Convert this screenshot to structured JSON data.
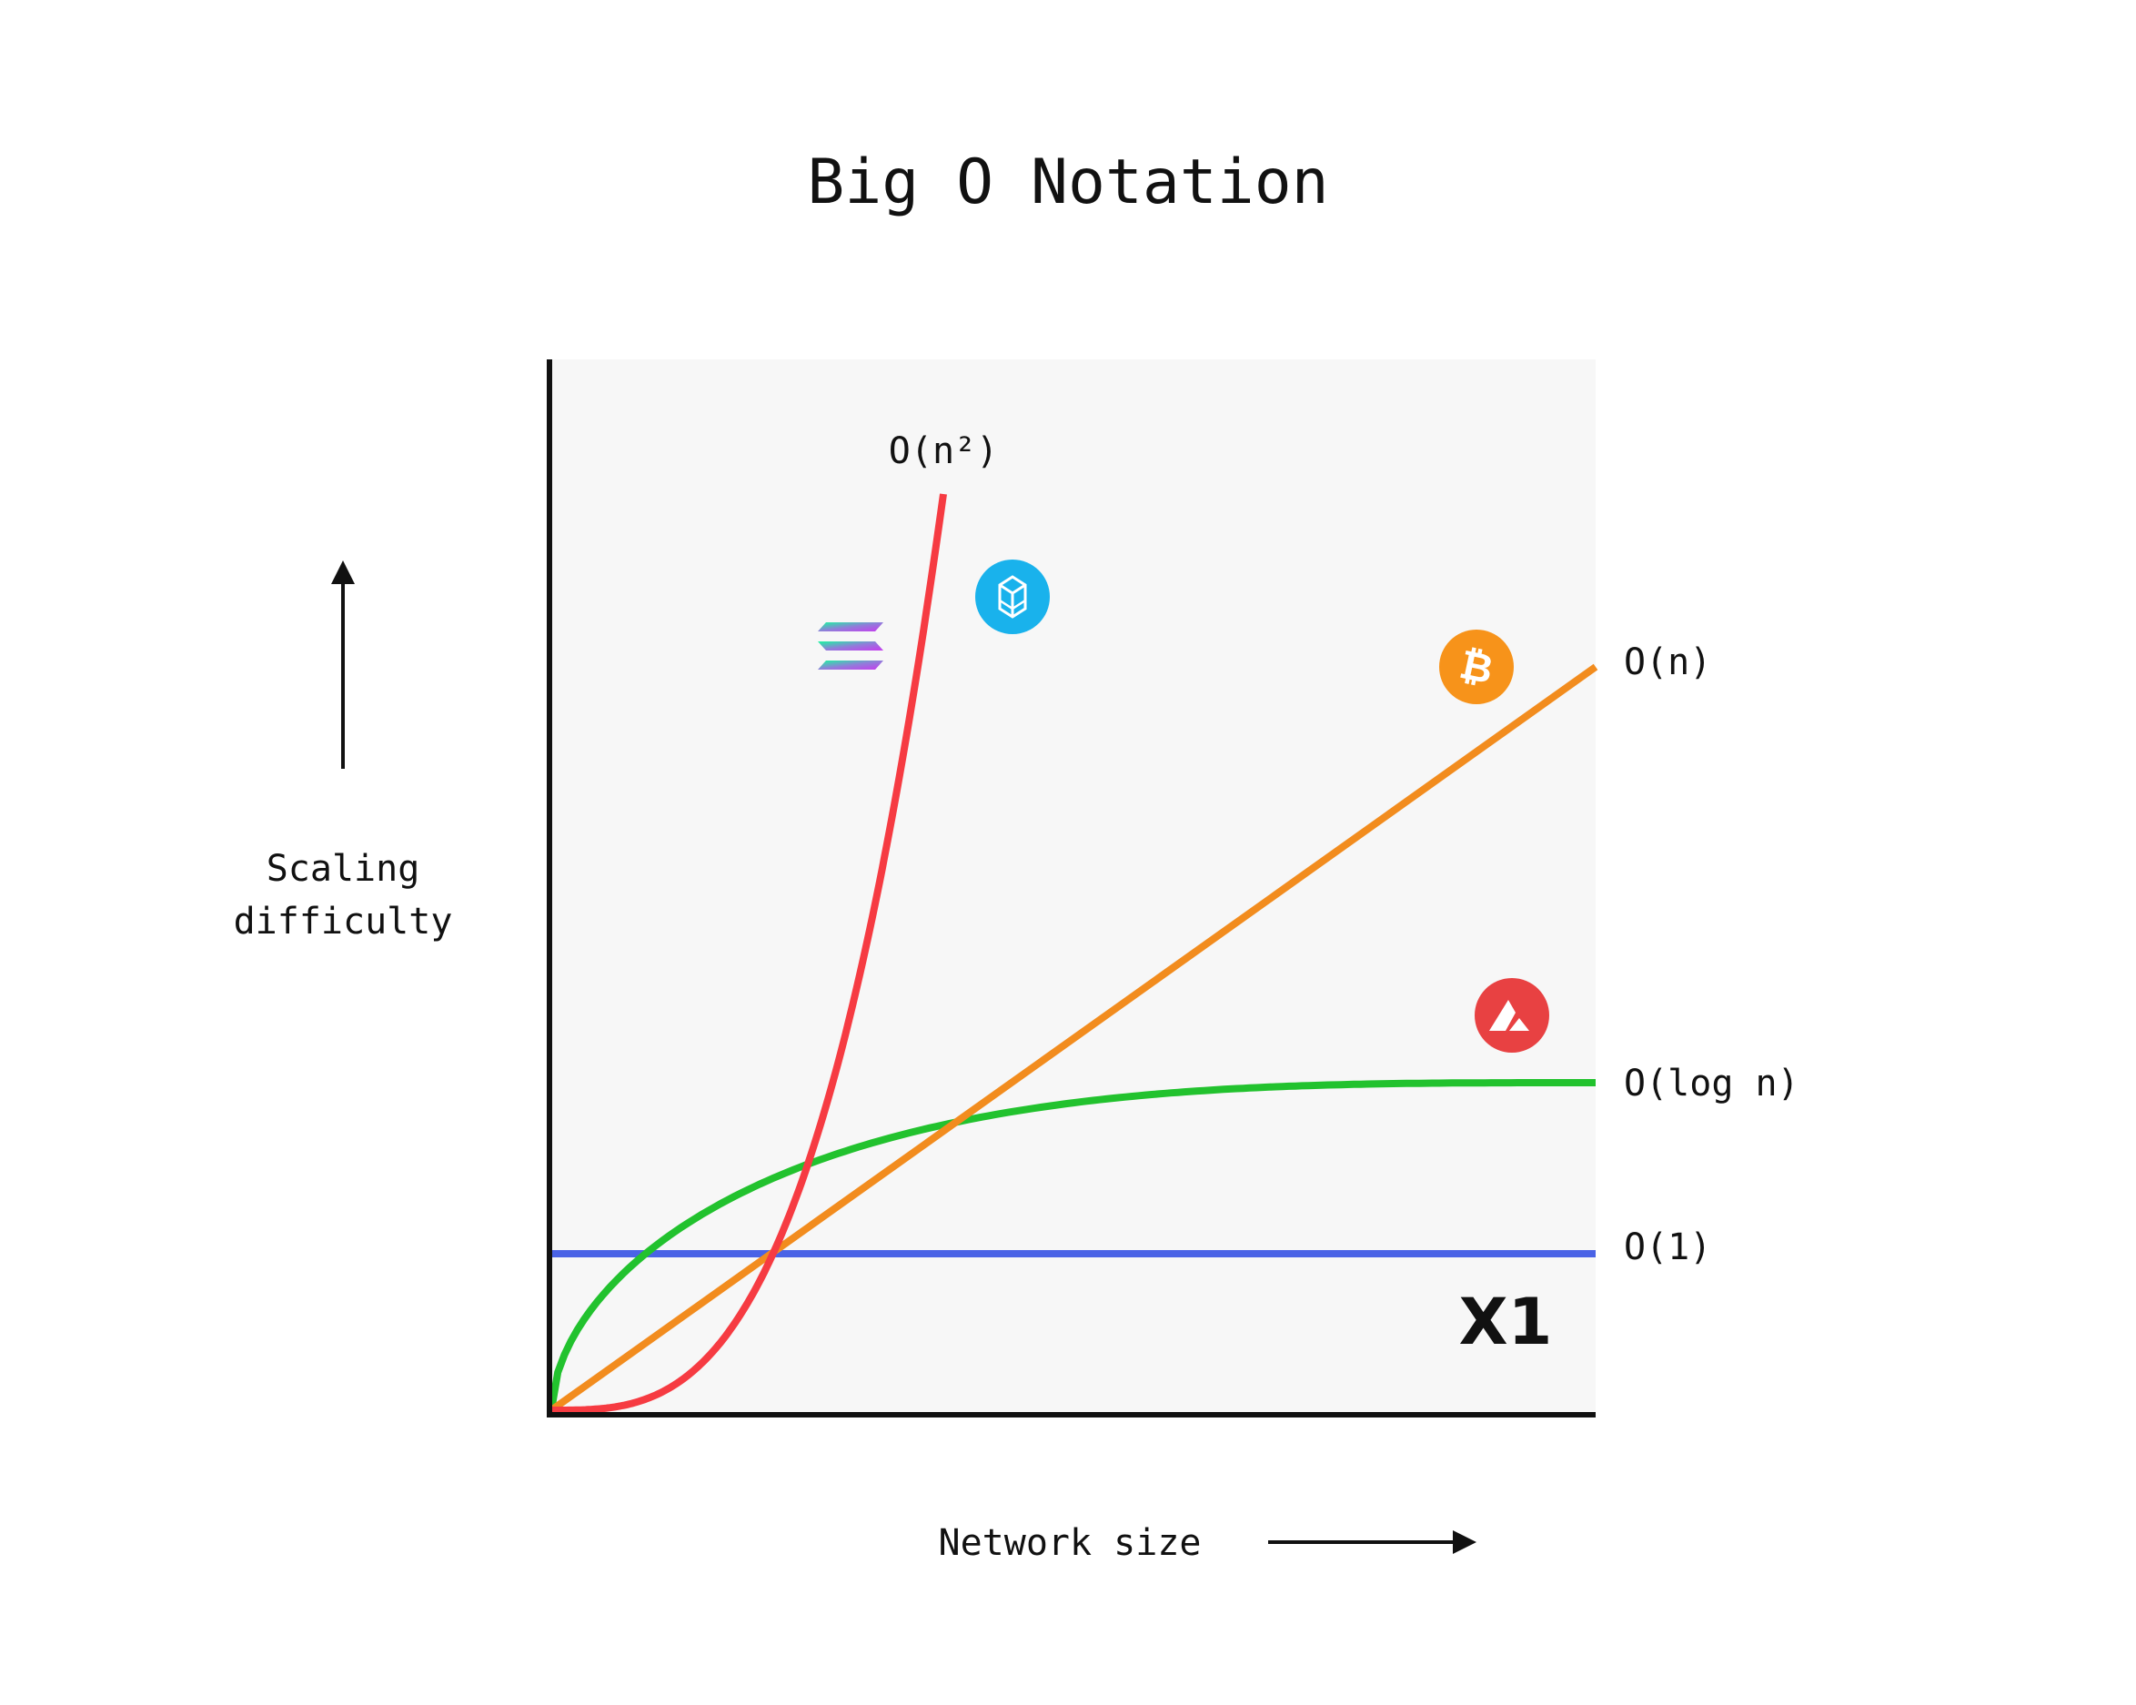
{
  "chart_data": {
    "type": "line",
    "title": "Big O Notation",
    "xlabel": "Network size",
    "ylabel": [
      "Scaling",
      "difficulty"
    ],
    "xlim": [
      0,
      1
    ],
    "ylim": [
      0,
      1
    ],
    "grid": false,
    "watermark": "X1",
    "series": [
      {
        "name": "O(n²)",
        "color": "#f63b42",
        "kind": "quadratic"
      },
      {
        "name": "O(n)",
        "color": "#f28c1e",
        "kind": "linear"
      },
      {
        "name": "O(log n)",
        "color": "#22c22e",
        "kind": "log"
      },
      {
        "name": "O(1)",
        "color": "#4a63e6",
        "kind": "constant"
      }
    ],
    "icons": [
      {
        "name": "solana-logo-icon",
        "series": "O(n²)"
      },
      {
        "name": "fantom-logo-icon",
        "series": "O(n²)",
        "color": "#19b2ec"
      },
      {
        "name": "bitcoin-logo-icon",
        "series": "O(n)",
        "color": "#f7931a"
      },
      {
        "name": "avalanche-logo-icon",
        "series": "O(log n)",
        "color": "#e84142"
      }
    ],
    "colors": {
      "plot_background": "#f7f7f7",
      "axis": "#111111"
    }
  }
}
